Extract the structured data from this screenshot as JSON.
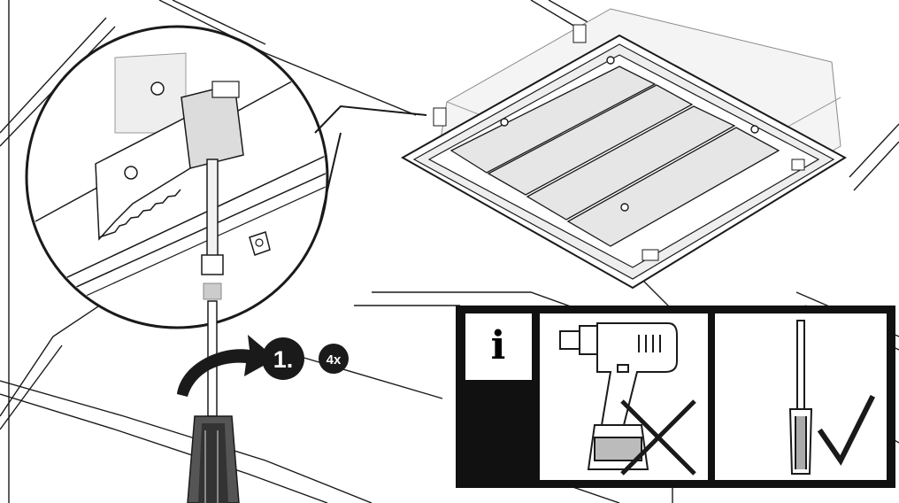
{
  "step": {
    "number_label": "1.",
    "count_label": "4x"
  },
  "info_panel": {
    "info_symbol": "i",
    "no_power_drill_icon": "power-drill-crossed-icon",
    "use_screwdriver_icon": "screwdriver-check-icon"
  },
  "colors": {
    "ink": "#1a1a1a",
    "panel_black": "#111111",
    "background": "#ffffff",
    "fixture_grey": "#e6e6e6"
  }
}
